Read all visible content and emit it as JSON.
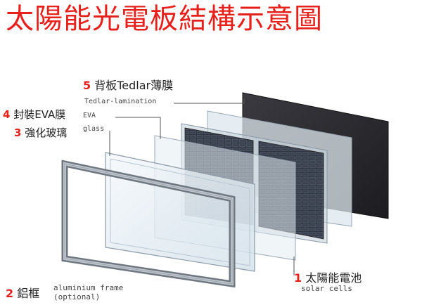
{
  "title": "太陽能光電板結構示意圖",
  "labels": {
    "backsheet": {
      "number": "5",
      "zh": "背板Tedlar薄膜",
      "en": "Tedlar-lamination"
    },
    "eva": {
      "number": "4",
      "zh": "封裝EVA膜",
      "en": "EVA"
    },
    "glass": {
      "number": "3",
      "zh": "強化玻璃",
      "en": "glass"
    },
    "frame": {
      "number": "2",
      "zh": "鋁框",
      "en_line1": "aluminium frame",
      "en_line2": "(optional)"
    },
    "cells": {
      "number": "1",
      "zh": "太陽能電池",
      "en": "solar cells"
    }
  },
  "colors": {
    "title": "#e8201c",
    "number": "#e8201c",
    "backsheet": "#2a2a2e",
    "frame": "#8a9098",
    "glass": "#e6eff5",
    "cell": "#3a3f4a"
  }
}
